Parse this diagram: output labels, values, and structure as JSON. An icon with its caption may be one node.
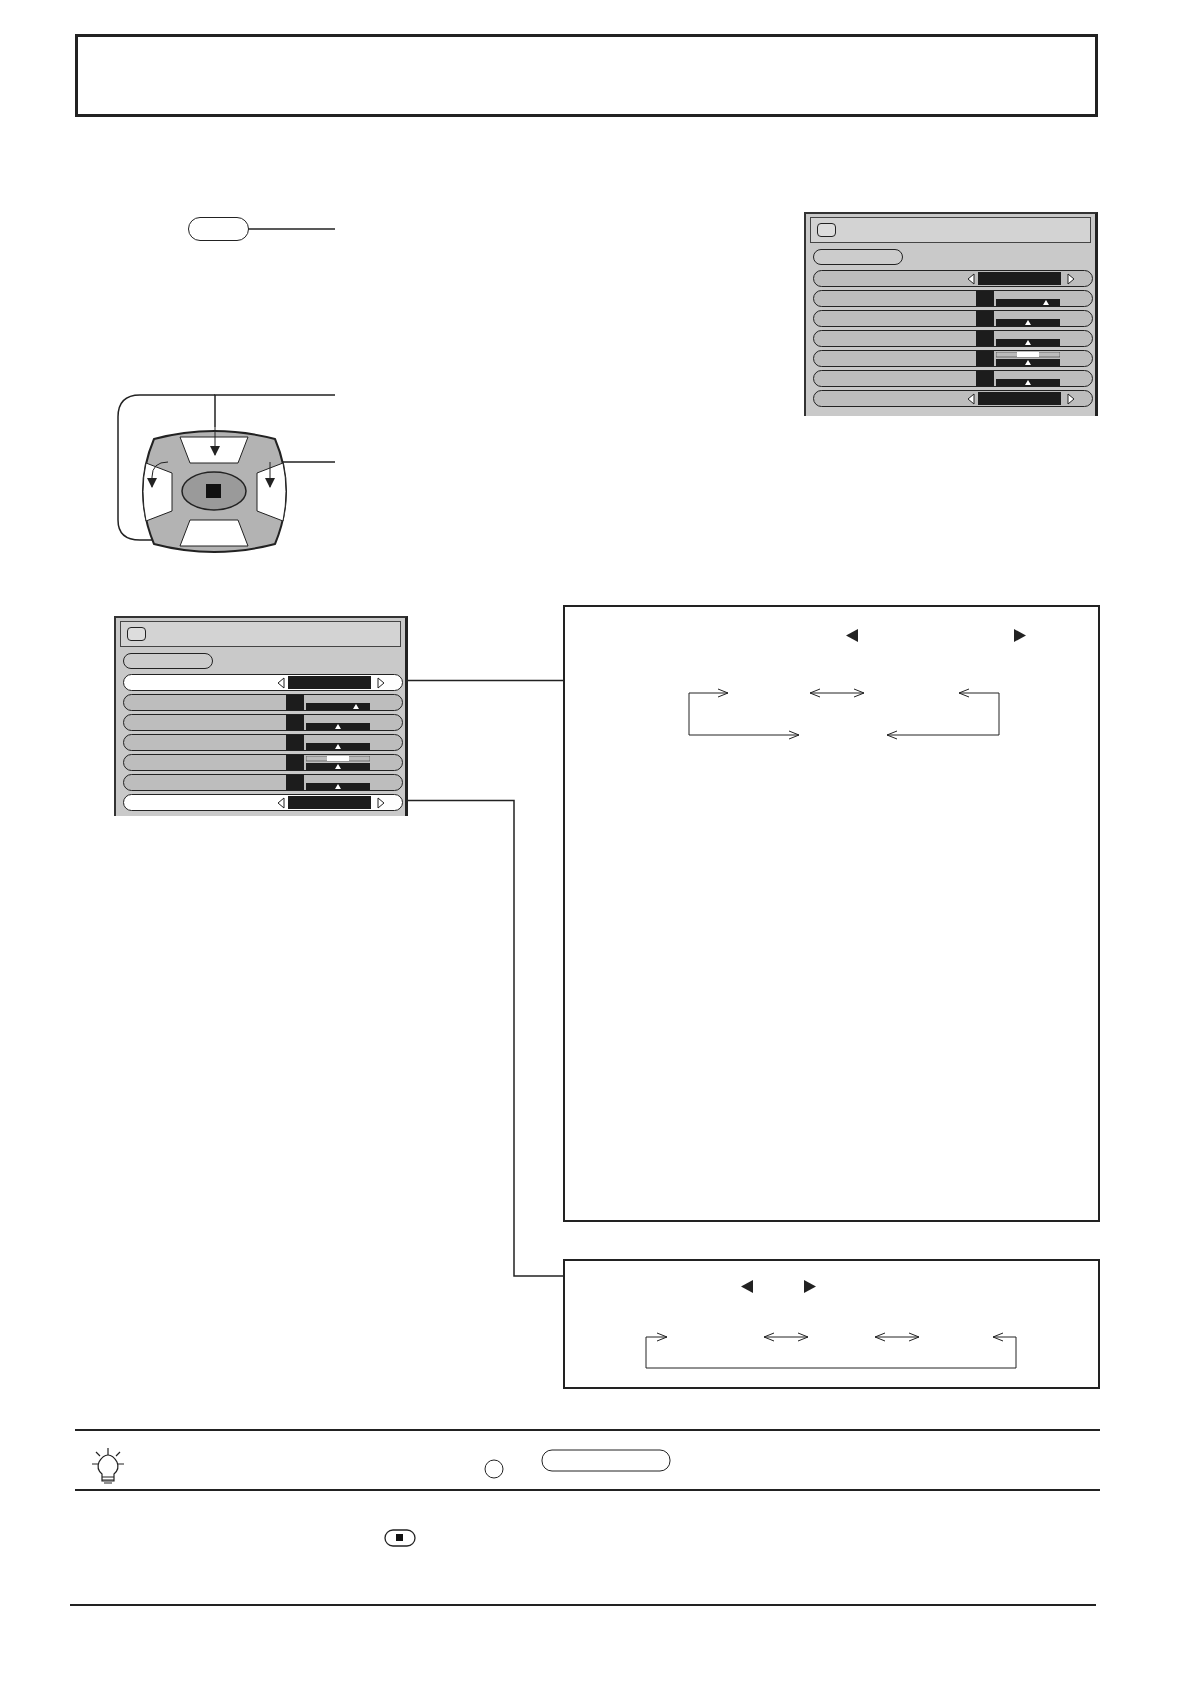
{
  "diagram": {
    "nodes": [
      {
        "text": [],
        "shape": "box"
      },
      {
        "text": [],
        "shape": "picture"
      },
      {
        "text": [],
        "shape": "box"
      },
      {
        "text": [],
        "shape": "bar",
        "in": 2
      },
      {
        "text": [],
        "shape": "bar",
        "in": 2
      },
      {
        "text": [],
        "shape": "box"
      },
      {
        "text": [],
        "shape": "box"
      },
      {
        "text": [],
        "shape": "box"
      },
      {
        "text": [],
        "shape": "bar",
        "in": 2
      },
      {
        "text": [],
        "shape": "bar",
        "in": 7
      }
    ],
    "edges": [
      {
        "from": 0,
        "to": null,
        "arrow": "none"
      },
      {
        "from": 1,
        "to": null,
        "arrow": "none"
      },
      {
        "from": 1,
        "to": null,
        "arrow": "none"
      },
      {
        "from": 3,
        "to": 5,
        "arrow": "none"
      },
      {
        "from": 4,
        "to": 6,
        "arrow": "none"
      }
    ]
  }
}
